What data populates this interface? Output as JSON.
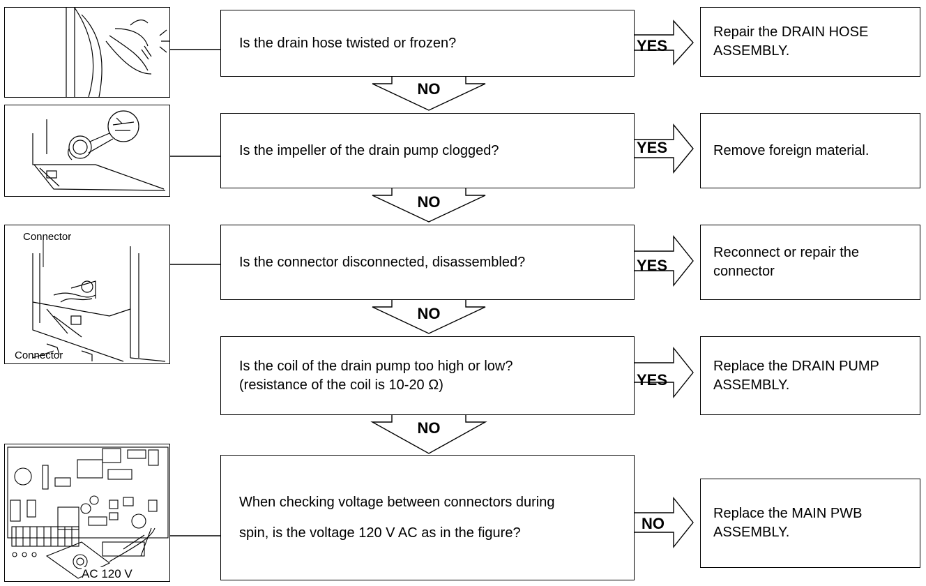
{
  "steps": [
    {
      "question": "Is the drain hose twisted or frozen?",
      "answer": "YES",
      "result": "Repair the DRAIN HOSE ASSEMBLY.",
      "next": "NO"
    },
    {
      "question": "Is the impeller of the drain pump clogged?",
      "answer": "YES",
      "result": "Remove foreign material.",
      "next": "NO"
    },
    {
      "question": "Is the connector disconnected, disassembled?",
      "answer": "YES",
      "result": "Reconnect or repair the connector",
      "next": "NO"
    },
    {
      "question": "Is the coil of the drain pump too high or low?",
      "question_line2": "(resistance of the coil is 10-20 Ω)",
      "answer": "YES",
      "result": "Replace the DRAIN PUMP ASSEMBLY.",
      "next": "NO"
    },
    {
      "question": "When checking voltage between connectors during",
      "question_line2": "spin, is the voltage 120 V AC as in the figure?",
      "answer": "NO",
      "result": "Replace the MAIN PWB ASSEMBLY."
    }
  ],
  "figures": {
    "connector_top": "Connector",
    "connector_bottom": "Connector",
    "voltage_label": "AC 120  V"
  }
}
